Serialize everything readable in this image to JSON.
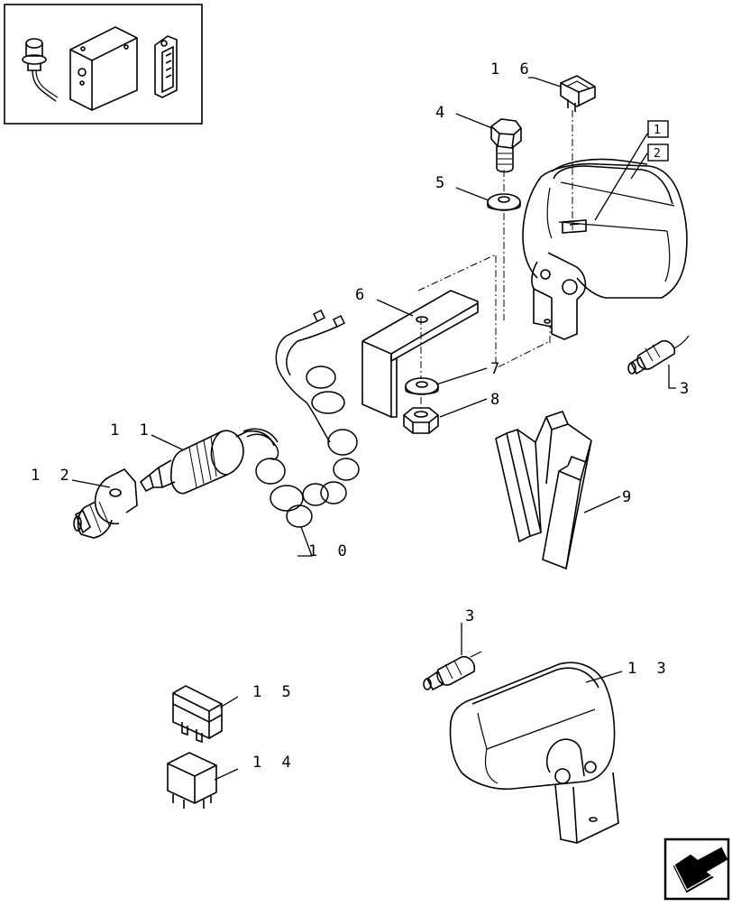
{
  "diagram": {
    "labels": {
      "p1": "1",
      "p2": "2",
      "p3a": "3",
      "p3b": "3",
      "p4": "4",
      "p5": "5",
      "p6": "6",
      "p7": "7",
      "p8": "8",
      "p9": "9",
      "p10": "1 0",
      "p11": "1 1",
      "p12": "1 2",
      "p13": "1 3",
      "p14": "1 4",
      "p15": "1 5",
      "p16": "1 6"
    }
  },
  "icons": {
    "inset": "component-kit-thumbnail",
    "nav": "next-page-arrow-icon"
  }
}
